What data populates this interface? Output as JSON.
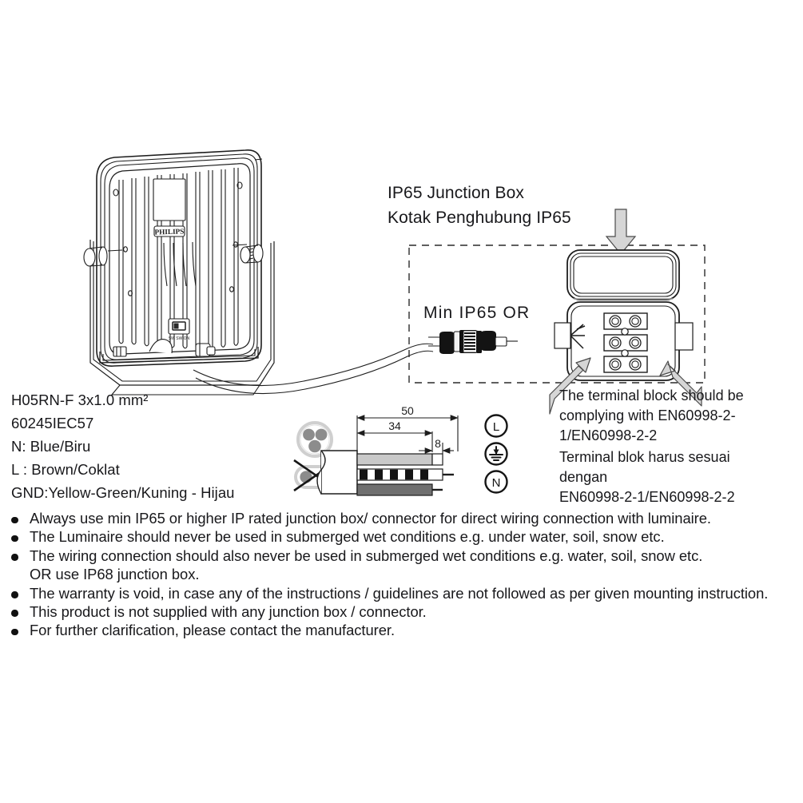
{
  "document": {
    "type": "installation-instruction-diagram",
    "product": "Philips LED floodlight wiring / junction box instruction"
  },
  "junction_box": {
    "title_en": "IP65 Junction Box",
    "title_id": "Kotak Penghubung IP65",
    "min_ip_label": "Min  IP65  OR",
    "terminal_screws_rows": 3,
    "terminal_screws_per_row": 2
  },
  "cable_spec": {
    "lines": [
      "H05RN-F 3x1.0 mm²",
      "60245IEC57",
      "N: Blue/Biru",
      "L : Brown/Coklat",
      "GND:Yellow-Green/Kuning - Hijau"
    ]
  },
  "terminal_note": {
    "lines": [
      "The terminal block should be",
      "complying with EN60998-2-",
      "1/EN60998-2-2",
      "Terminal blok harus sesuai",
      "dengan",
      "EN60998-2-1/EN60998-2-2"
    ]
  },
  "stripping_diagram": {
    "dim_total": "50",
    "dim_mid": "34",
    "dim_short": "8",
    "units": "mm",
    "conductor_symbols": [
      "L",
      "GND",
      "N"
    ],
    "symbol_l": "L",
    "symbol_n": "N",
    "cable_ok": "round 3-core cable",
    "cable_not_allowed": "flat 2-core cable"
  },
  "luminaire": {
    "brand": "PHILIPS"
  },
  "notes": [
    {
      "bullet": true,
      "text": "Always use min IP65 or higher IP rated junction box/ connector for direct wiring connection with luminaire."
    },
    {
      "bullet": true,
      "text": "The Luminaire should never be used in submerged wet conditions e.g. under water, soil, snow etc."
    },
    {
      "bullet": true,
      "text": "The wiring connection should also never be used in submerged wet conditions e.g. water, soil, snow etc."
    },
    {
      "bullet": false,
      "text": "OR use IP68 junction box."
    },
    {
      "bullet": true,
      "text": "The warranty is void, in case any of the instructions / guidelines are not followed as per given mounting instruction."
    },
    {
      "bullet": true,
      "text": "This product is not supplied with any junction box / connector."
    },
    {
      "bullet": true,
      "text": "For further clarification, please contact the manufacturer."
    }
  ],
  "colors": {
    "line": "#1d1d1d",
    "text": "#18181b",
    "arrow_fill": "#d9d9d9",
    "arrow_stroke": "#4d4d4d",
    "wire_neutral": "#c9c9c9",
    "wire_live": "#7a7a7a",
    "cable_jacket": "#b8b8b8",
    "core_fill": "#8c8c8c",
    "background": "#ffffff"
  }
}
